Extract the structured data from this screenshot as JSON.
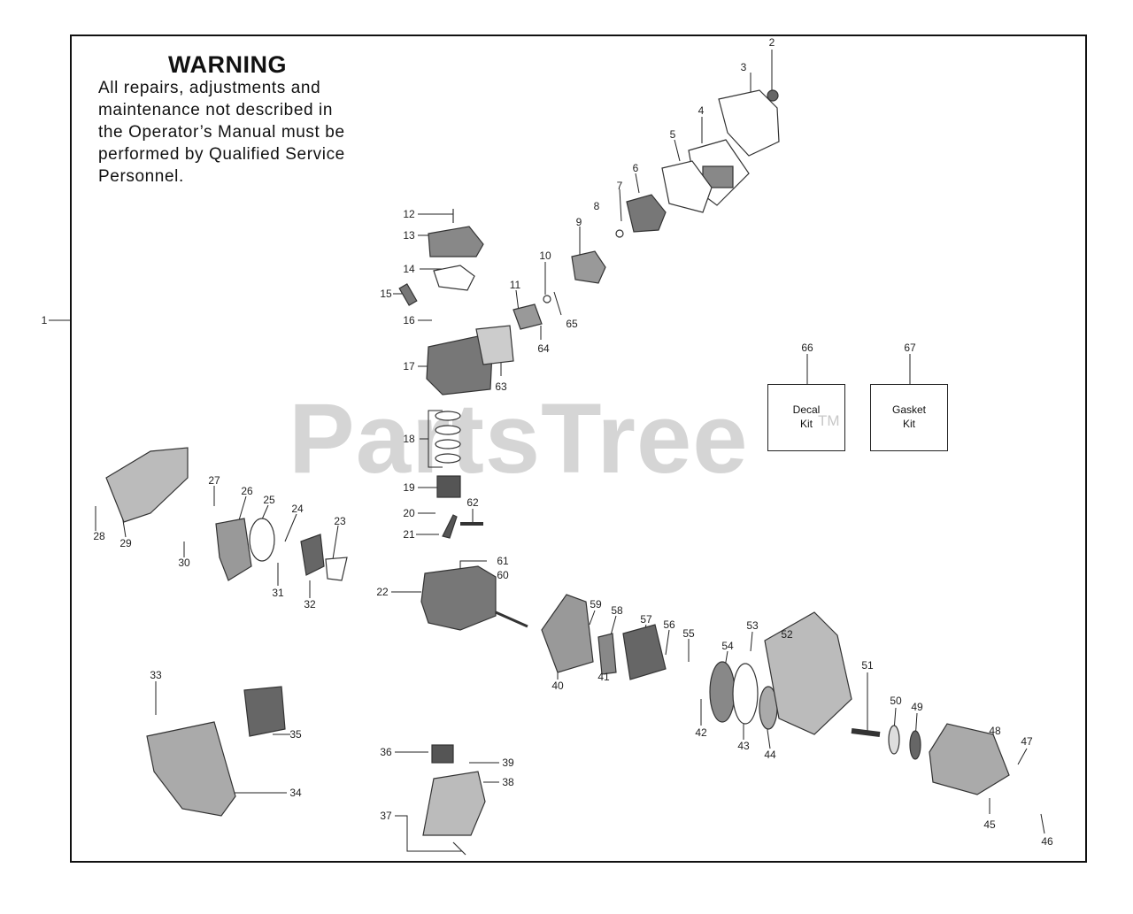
{
  "warning": {
    "title": "WARNING",
    "lines": [
      "All repairs, adjustments and",
      "maintenance not described in",
      "the Operator’s Manual must be",
      "performed by Qualified Service",
      "Personnel."
    ]
  },
  "watermark": {
    "text": "PartsTree",
    "tm": "TM"
  },
  "kits": [
    {
      "number": "66",
      "line1": "Decal",
      "line2": "Kit"
    },
    {
      "number": "67",
      "line1": "Gasket",
      "line2": "Kit"
    }
  ],
  "part_labels": [
    "1",
    "2",
    "3",
    "4",
    "5",
    "6",
    "7",
    "8",
    "9",
    "10",
    "11",
    "12",
    "13",
    "14",
    "15",
    "16",
    "17",
    "18",
    "19",
    "20",
    "21",
    "22",
    "23",
    "24",
    "25",
    "26",
    "27",
    "28",
    "29",
    "30",
    "31",
    "32",
    "33",
    "34",
    "35",
    "36",
    "37",
    "38",
    "39",
    "40",
    "41",
    "42",
    "43",
    "44",
    "45",
    "46",
    "47",
    "48",
    "49",
    "50",
    "51",
    "52",
    "53",
    "54",
    "55",
    "56",
    "57",
    "58",
    "59",
    "60",
    "61",
    "62",
    "63",
    "64",
    "65"
  ],
  "colors": {
    "line": "#222222",
    "part": "#555555",
    "watermark": "#c8c8c8"
  }
}
